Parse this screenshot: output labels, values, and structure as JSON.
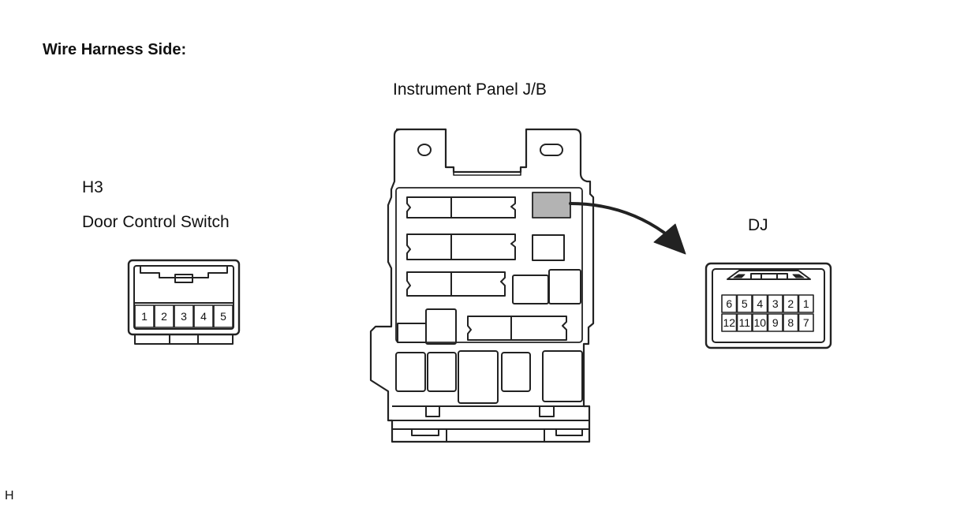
{
  "title": "Wire Harness Side:",
  "junction_block": {
    "label": "Instrument Panel J/B"
  },
  "connector_h3": {
    "code": "H3",
    "name": "Door Control Switch",
    "pins": [
      "1",
      "2",
      "3",
      "4",
      "5"
    ]
  },
  "connector_dj": {
    "code": "DJ",
    "pins_top": [
      "6",
      "5",
      "4",
      "3",
      "2",
      "1"
    ],
    "pins_bottom": [
      "12",
      "11",
      "10",
      "9",
      "8",
      "7"
    ]
  },
  "corner_mark": "H",
  "colors": {
    "line": "#222222",
    "highlight": "#b3b3b3",
    "background": "#ffffff"
  }
}
